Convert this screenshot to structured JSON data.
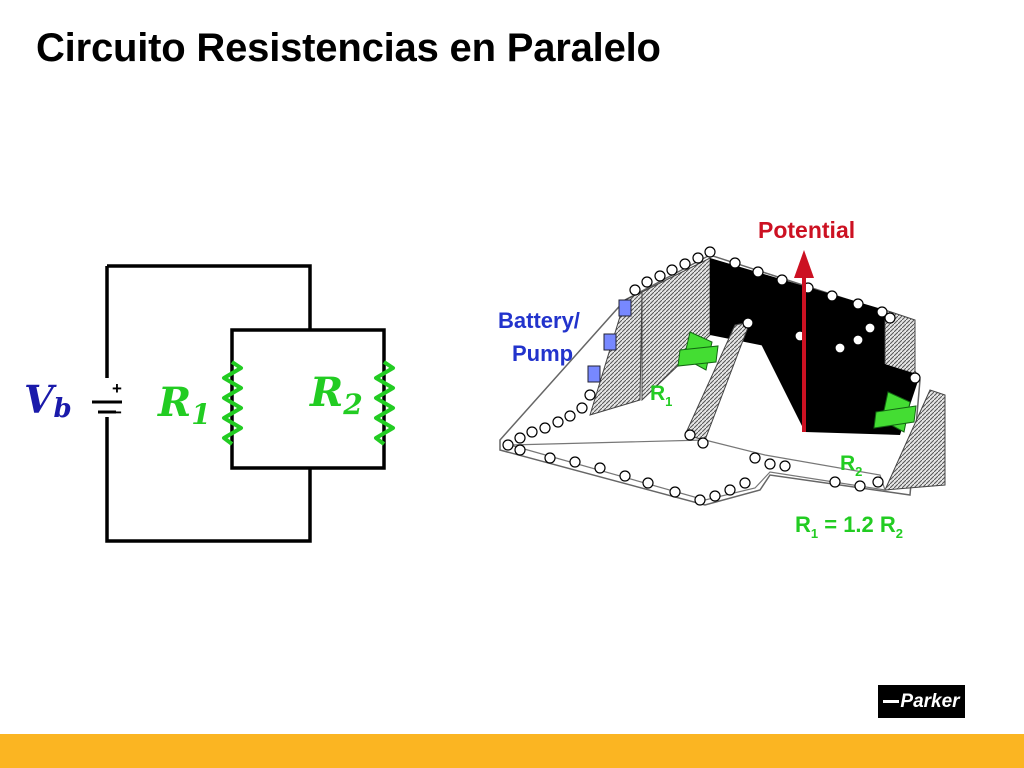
{
  "title": "Circuito Resistencias en Paralelo",
  "circuit": {
    "source_label": "V",
    "source_subscript": "b",
    "r1_label": "R",
    "r1_subscript": "1",
    "r2_label": "R",
    "r2_subscript": "2",
    "plus_sign": "+",
    "minus_sign": "−"
  },
  "potential_diagram": {
    "potential_label": "Potential",
    "battery_label_line1": "Battery/",
    "battery_label_line2": "Pump",
    "r1_label": "R",
    "r1_subscript": "1",
    "r2_label": "R",
    "r2_subscript": "2",
    "relation_part1": "R",
    "relation_sub1": "1",
    "relation_part2": " = 1.2 R",
    "relation_sub2": "2"
  },
  "logo": {
    "text": "Parker"
  },
  "colors": {
    "resistor_green": "#22cc22",
    "source_blue": "#1a1aaa",
    "label_blue": "#2233cc",
    "potential_red": "#cc1122",
    "footer_yellow": "#fbb522"
  }
}
